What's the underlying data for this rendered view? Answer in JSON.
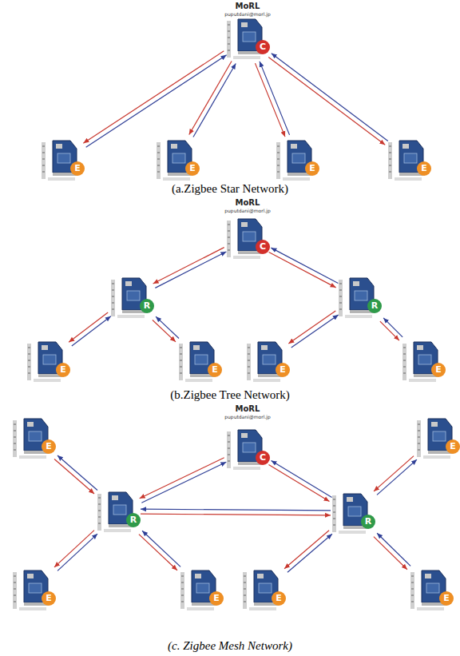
{
  "diagram": {
    "nodes": [
      {
        "text": [
          "C"
        ]
      },
      {
        "text": [
          "E"
        ]
      },
      {
        "text": [
          "E"
        ]
      },
      {
        "text": [
          "E"
        ]
      },
      {
        "text": [
          "E"
        ]
      },
      {
        "text": [
          "C"
        ]
      },
      {
        "text": [
          "R"
        ]
      },
      {
        "text": [
          "R"
        ]
      },
      {
        "text": [
          "E"
        ]
      },
      {
        "text": [
          "E"
        ]
      },
      {
        "text": [
          "E"
        ]
      },
      {
        "text": [
          "E"
        ]
      },
      {
        "text": [
          "E"
        ]
      },
      {
        "text": [
          "C"
        ]
      },
      {
        "text": [
          "E"
        ]
      },
      {
        "text": [
          "R"
        ]
      },
      {
        "text": [
          "R"
        ]
      },
      {
        "text": [
          "E"
        ]
      },
      {
        "text": [
          "E"
        ]
      },
      {
        "text": [
          "E"
        ]
      },
      {
        "text": [
          "E"
        ]
      }
    ],
    "edges": [
      {
        "from": 1,
        "to": 0,
        "arrow": "to"
      },
      {
        "from": 0,
        "to": 1,
        "arrow": "to"
      },
      {
        "from": 2,
        "to": 0,
        "arrow": "to"
      },
      {
        "from": 0,
        "to": 2,
        "arrow": "to"
      },
      {
        "from": 3,
        "to": 0,
        "arrow": "to"
      },
      {
        "from": 0,
        "to": 3,
        "arrow": "to"
      },
      {
        "from": 4,
        "to": 0,
        "arrow": "to"
      },
      {
        "from": 0,
        "to": 4,
        "arrow": "to"
      },
      {
        "from": 6,
        "to": 5,
        "arrow": "to"
      },
      {
        "from": 5,
        "to": 6,
        "arrow": "to"
      },
      {
        "from": 7,
        "to": 5,
        "arrow": "to"
      },
      {
        "from": 5,
        "to": 7,
        "arrow": "to"
      },
      {
        "from": 8,
        "to": 6,
        "arrow": "to"
      },
      {
        "from": 6,
        "to": 8,
        "arrow": "to"
      },
      {
        "from": 9,
        "to": 6,
        "arrow": "to"
      },
      {
        "from": 6,
        "to": 9,
        "arrow": "to"
      },
      {
        "from": 10,
        "to": 7,
        "arrow": "to"
      },
      {
        "from": 7,
        "to": 10,
        "arrow": "to"
      },
      {
        "from": 11,
        "to": 7,
        "arrow": "to"
      },
      {
        "from": 7,
        "to": 11,
        "arrow": "to"
      },
      {
        "from": 12,
        "to": 15,
        "arrow": "to"
      },
      {
        "from": 15,
        "to": 12,
        "arrow": "to"
      },
      {
        "from": 15,
        "to": 13,
        "arrow": "to"
      },
      {
        "from": 13,
        "to": 15,
        "arrow": "to"
      },
      {
        "from": 13,
        "to": 16,
        "arrow": "to"
      },
      {
        "from": 16,
        "to": 13,
        "arrow": "to"
      },
      {
        "from": 15,
        "to": 16,
        "arrow": "to"
      },
      {
        "from": 16,
        "to": 15,
        "arrow": "to"
      },
      {
        "from": 16,
        "to": 14,
        "arrow": "to"
      },
      {
        "from": 14,
        "to": 16,
        "arrow": "to"
      },
      {
        "from": 17,
        "to": 15,
        "arrow": "to"
      },
      {
        "from": 15,
        "to": 17,
        "arrow": "to"
      },
      {
        "from": 18,
        "to": 15,
        "arrow": "to"
      },
      {
        "from": 15,
        "to": 18,
        "arrow": "to"
      },
      {
        "from": 19,
        "to": 16,
        "arrow": "to"
      },
      {
        "from": 16,
        "to": 19,
        "arrow": "to"
      },
      {
        "from": 20,
        "to": 16,
        "arrow": "to"
      },
      {
        "from": 16,
        "to": 20,
        "arrow": "to"
      }
    ],
    "labels": [
      "MoRL",
      "puputdani@morl.jp",
      "(a.Zigbee Star Network)",
      "MoRL",
      "puputdani@morl.jp",
      "(b.Zigbee Tree Network)",
      "MoRL",
      "puputdani@morl.jp",
      "(c. Zigbee Mesh Network)"
    ]
  }
}
